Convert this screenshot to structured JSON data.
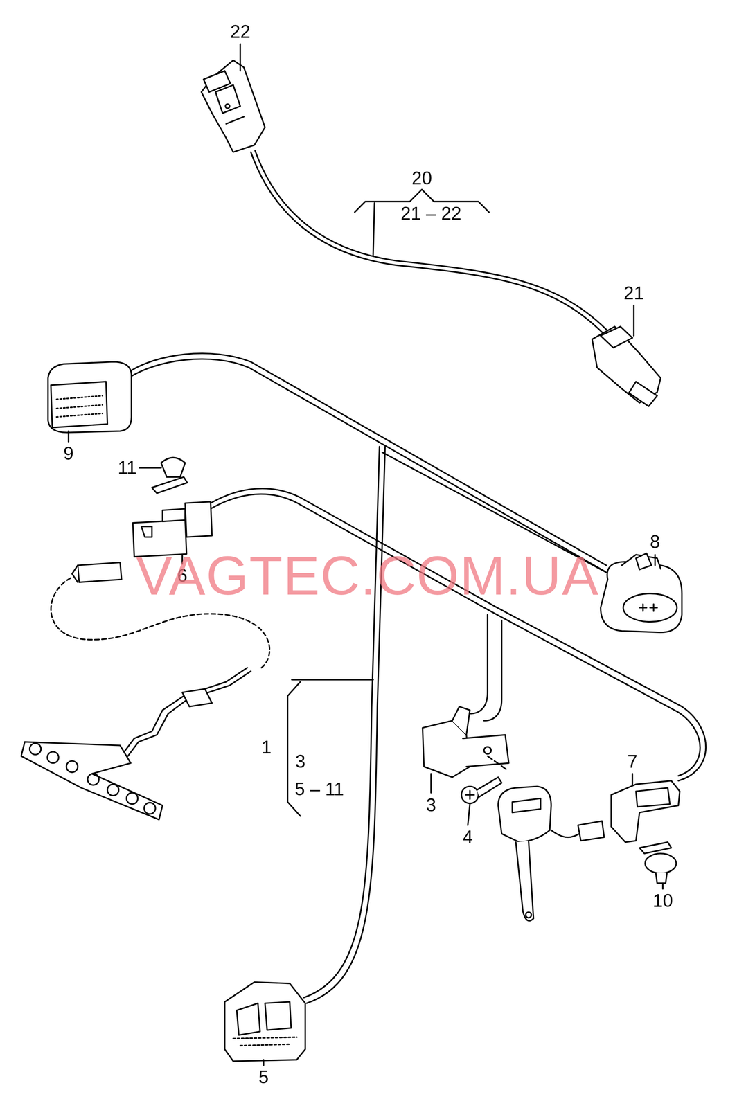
{
  "diagram": {
    "labels": [
      "22",
      "20",
      "21 – 22",
      "21",
      "9",
      "11",
      "6",
      "VAGTEC.COM.UA",
      "8",
      "1",
      "3",
      "5 – 11",
      "3",
      "4",
      "7",
      "10",
      "5"
    ]
  }
}
